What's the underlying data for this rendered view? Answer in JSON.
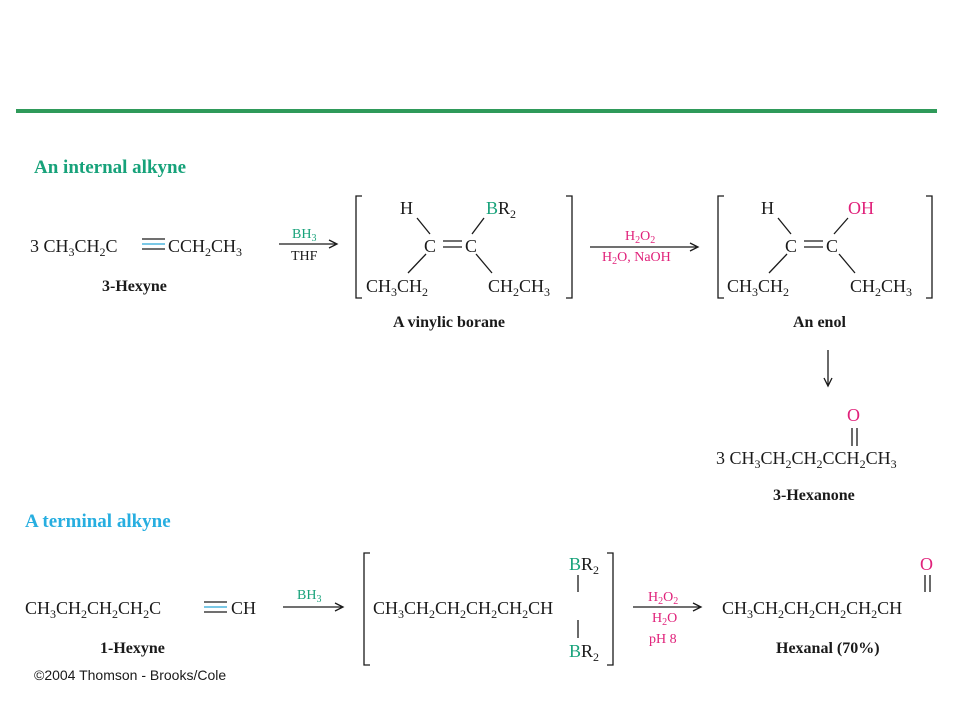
{
  "colors": {
    "rule": "#2f9a5a",
    "header_internal": "#17a27a",
    "header_terminal": "#27aee0",
    "boron": "#17a27a",
    "oxygen": "#e0217a"
  },
  "internal": {
    "heading": "An internal alkyne",
    "reactant_left": "3 CH",
    "reactant_sub1": "3",
    "reactant_mid": "CH",
    "reactant_sub2": "2",
    "reactant_c": "C",
    "reactant_right": "CCH",
    "reactant_sub3": "2",
    "reactant_ch": "CH",
    "reactant_sub4": "3",
    "reactant_name": "3-Hexyne",
    "reagent1_top": "BH",
    "reagent1_top_sub": "3",
    "reagent1_bottom": "THF",
    "borane_h": "H",
    "borane_b": "B",
    "borane_r": "R",
    "borane_r_sub": "2",
    "borane_c1": "C",
    "borane_c2": "C",
    "borane_left_ch": "CH",
    "borane_left_sub1": "3",
    "borane_left_ch2": "CH",
    "borane_left_sub2": "2",
    "borane_right_ch": "CH",
    "borane_right_sub1": "2",
    "borane_right_ch2": "CH",
    "borane_right_sub2": "3",
    "borane_name": "A vinylic borane",
    "reagent2_top": "H",
    "reagent2_top_sub1": "2",
    "reagent2_top_o": "O",
    "reagent2_top_sub2": "2",
    "reagent2_bottom": "H",
    "reagent2_bottom_sub": "2",
    "reagent2_bottom_rest": "O, NaOH",
    "enol_h": "H",
    "enol_oh": "OH",
    "enol_c1": "C",
    "enol_c2": "C",
    "enol_left_ch": "CH",
    "enol_left_sub1": "3",
    "enol_left_ch2": "CH",
    "enol_left_sub2": "2",
    "enol_right_ch": "CH",
    "enol_right_sub1": "2",
    "enol_right_ch2": "CH",
    "enol_right_sub2": "3",
    "enol_name": "An enol",
    "ketone_o": "O",
    "ketone_text": "3 CH",
    "ketone_s1": "3",
    "ketone_t2": "CH",
    "ketone_s2": "2",
    "ketone_t3": "CH",
    "ketone_s3": "2",
    "ketone_t4": "CCH",
    "ketone_s4": "2",
    "ketone_t5": "CH",
    "ketone_s5": "3",
    "ketone_name": "3-Hexanone"
  },
  "terminal": {
    "heading": "A terminal alkyne",
    "reactant_t1": "CH",
    "reactant_s1": "3",
    "reactant_t2": "CH",
    "reactant_s2": "2",
    "reactant_t3": "CH",
    "reactant_s3": "2",
    "reactant_t4": "CH",
    "reactant_s4": "2",
    "reactant_t5": "C",
    "reactant_t6": "CH",
    "reactant_name": "1-Hexyne",
    "reagent1": "BH",
    "reagent1_sub": "3",
    "inter_b1": "B",
    "inter_r1": "R",
    "inter_r1_sub": "2",
    "inter_b2": "B",
    "inter_r2": "R",
    "inter_r2_sub": "2",
    "inter_t1": "CH",
    "inter_s1": "3",
    "inter_t2": "CH",
    "inter_s2": "2",
    "inter_t3": "CH",
    "inter_s3": "2",
    "inter_t4": "CH",
    "inter_s4": "2",
    "inter_t5": "CH",
    "inter_s5": "2",
    "inter_t6": "CH",
    "reagent2_l1": "H",
    "reagent2_l1_s1": "2",
    "reagent2_l1_o": "O",
    "reagent2_l1_s2": "2",
    "reagent2_l2": "H",
    "reagent2_l2_s": "2",
    "reagent2_l2_o": "O",
    "reagent2_l3": "pH 8",
    "product_o": "O",
    "product_t1": "CH",
    "product_s1": "3",
    "product_t2": "CH",
    "product_s2": "2",
    "product_t3": "CH",
    "product_s3": "2",
    "product_t4": "CH",
    "product_s4": "2",
    "product_t5": "CH",
    "product_s5": "2",
    "product_t6": "CH",
    "product_name": "Hexanal (70%)"
  },
  "copyright": "©2004 Thomson - Brooks/Cole"
}
